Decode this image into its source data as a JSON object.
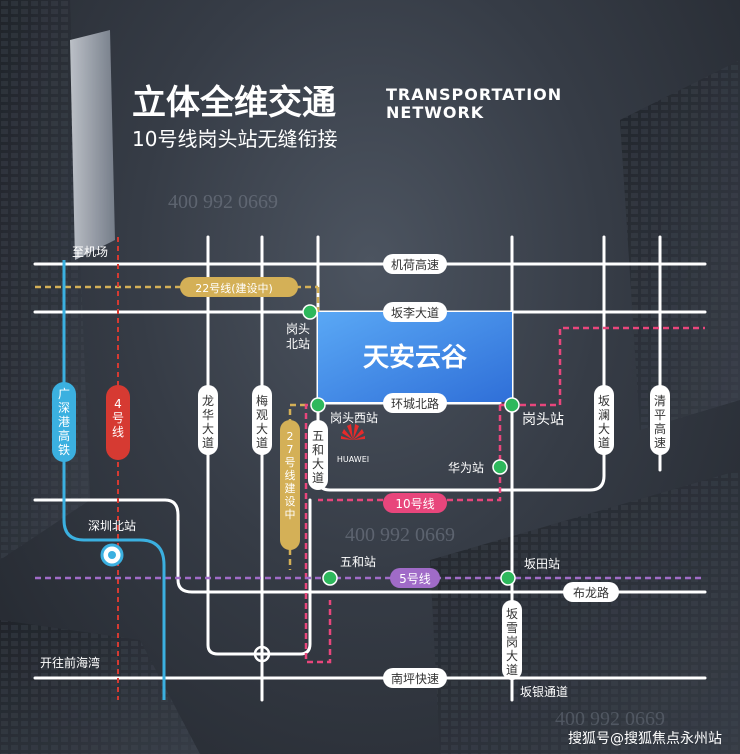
{
  "header": {
    "title": "立体全维交通",
    "en_line1": "TRANSPORTATION",
    "en_line2": "NETWORK",
    "subtitle": "10号线岗头站无缝衔接"
  },
  "watermarks": [
    "400 992 0669",
    "400 992 0669",
    "400 992 0669"
  ],
  "roads": {
    "top": "至机场",
    "jihe": "机荷高速",
    "banli": "坂李大道",
    "huancheng": "环城北路",
    "pingnan": "南坪快速",
    "banyin": "坂银通道",
    "bulong": "布龙路",
    "longhua": "龙华大道",
    "meiguan": "梅观大道",
    "wuhe": "五和大道",
    "banlan": "坂澜大道",
    "qingping": "清平高速",
    "bangxuegang": "坂雪岗大道",
    "qianhai": "开往前海湾"
  },
  "lines": {
    "l22": "22号线(建设中)",
    "l27": "27号线(建设中)",
    "l10": "10号线",
    "l5": "5号线",
    "l4": "4号线",
    "gsg": "广深港高铁"
  },
  "stations": {
    "gangtou_north": "岗头北站",
    "gangtou_west": "岗头西站",
    "gangtou": "岗头站",
    "huawei": "华为站",
    "wuhe": "五和站",
    "bantian": "坂田站",
    "shenzhen_north": "深圳北站"
  },
  "landmark": {
    "name": "天安云谷",
    "huawei_logo_text": "HUAWEI"
  },
  "footer": {
    "credit": "搜狐号@搜狐焦点永州站"
  },
  "colors": {
    "line10": "#e8467c",
    "line5": "#a06bc8",
    "line22": "#d4b057",
    "line27": "#d4b057",
    "line4": "#d63a32",
    "gsg": "#3bb0e0",
    "landmark": "#3b8ee8",
    "metro_badge": "#2eb85c"
  }
}
